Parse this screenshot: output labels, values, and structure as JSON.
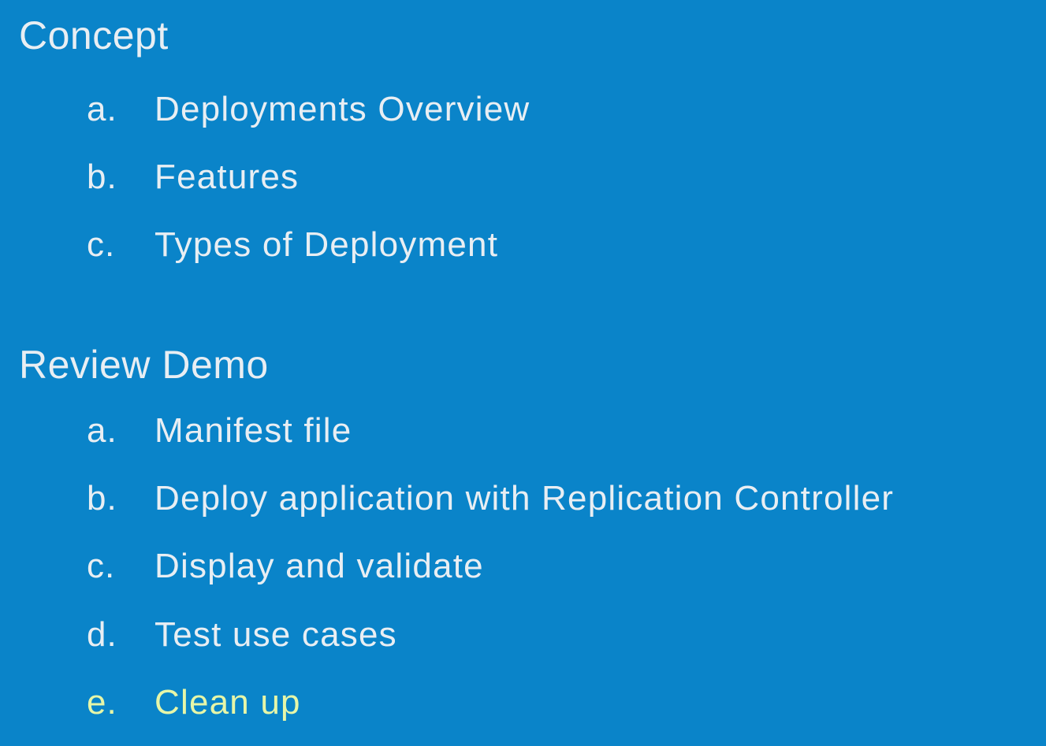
{
  "sections": [
    {
      "heading": "Concept",
      "items": [
        {
          "letter": "a.",
          "text": "Deployments Overview"
        },
        {
          "letter": "b.",
          "text": "Features"
        },
        {
          "letter": "c.",
          "text": "Types of Deployment"
        }
      ]
    },
    {
      "heading": "Review Demo",
      "items": [
        {
          "letter": "a.",
          "text": "Manifest file"
        },
        {
          "letter": "b.",
          "text": "Deploy application with Replication Controller"
        },
        {
          "letter": "c.",
          "text": "Display and validate"
        },
        {
          "letter": "d.",
          "text": "Test use cases"
        },
        {
          "letter": "e.",
          "text": "Clean up"
        }
      ]
    }
  ],
  "colors": {
    "background": "#0a84c9",
    "text": "#e8eef3",
    "highlight": "#e6f6a8"
  }
}
